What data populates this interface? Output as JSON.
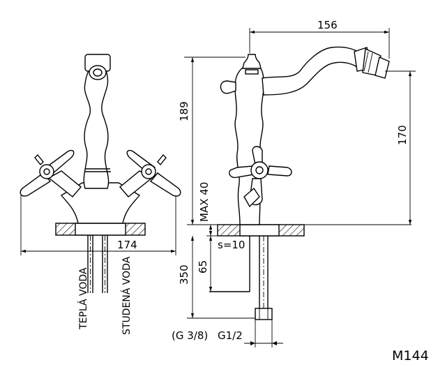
{
  "dimensions": {
    "total_height": "189",
    "spout_reach": "156",
    "spout_height": "170",
    "body_width": "174",
    "max_deck": "MAX 40",
    "hose_length": "350",
    "tail_length": "65",
    "wall_thickness": "s=10",
    "connector_thread": "G1/2",
    "inlet_thread": "(G 3/8)"
  },
  "labels": {
    "hot_water": "TEPLÁ VODA",
    "cold_water": "STUDENÁ VODA"
  },
  "model_code": "M144"
}
